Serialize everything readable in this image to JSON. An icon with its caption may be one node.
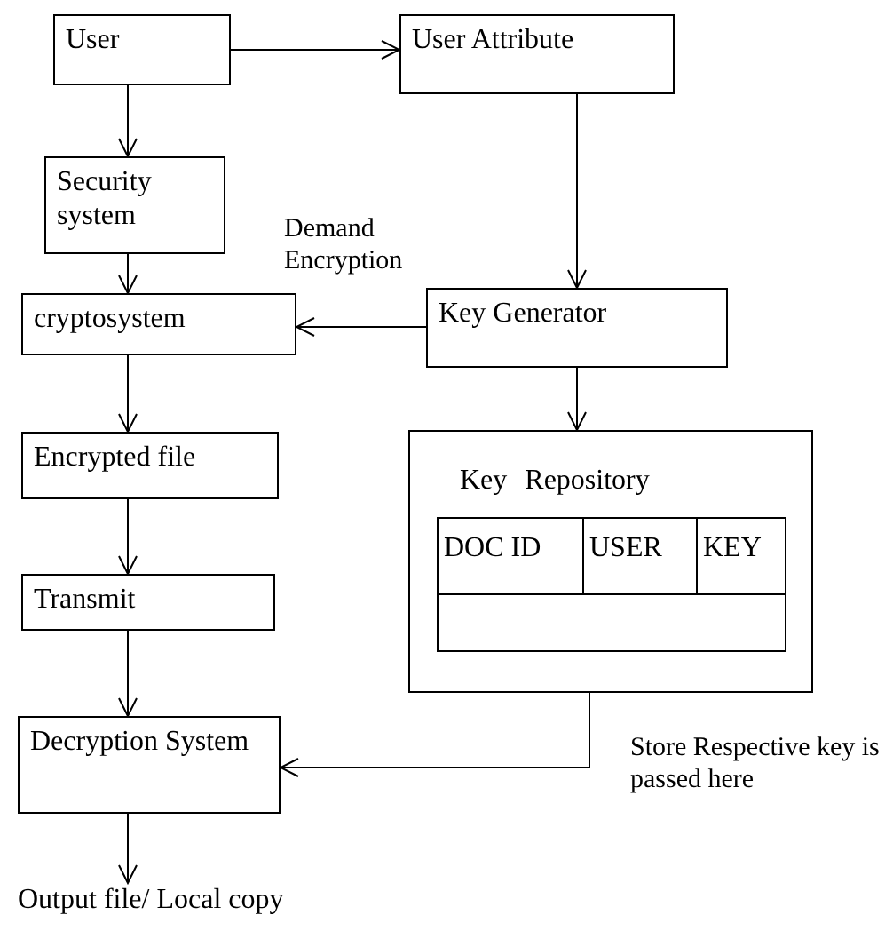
{
  "diagram": {
    "nodes": [
      {
        "text": [
          "User"
        ]
      },
      {
        "text": [
          "User Attribute"
        ]
      },
      {
        "text": [
          "Security system"
        ]
      },
      {
        "text": [
          "cryptosystem"
        ]
      },
      {
        "text": [
          "Key Generator"
        ]
      },
      {
        "text": [
          "Encrypted file"
        ]
      },
      {
        "text": [
          "Key Repository"
        ]
      },
      {
        "text": [
          "Transmit"
        ]
      },
      {
        "text": [
          "Decryption System"
        ]
      },
      {
        "text": [
          "Output file/ Local copy"
        ]
      }
    ],
    "edges": [
      {
        "from": 0,
        "to": 1,
        "arrow": "to"
      },
      {
        "from": 0,
        "to": 2,
        "arrow": "to"
      },
      {
        "from": 2,
        "to": 3,
        "arrow": "to"
      },
      {
        "from": 1,
        "to": 4,
        "arrow": "to"
      },
      {
        "from": 4,
        "to": 3,
        "arrow": "to",
        "label": "Demand Encryption"
      },
      {
        "from": 4,
        "to": 6,
        "arrow": "to"
      },
      {
        "from": 3,
        "to": 5,
        "arrow": "to"
      },
      {
        "from": 5,
        "to": 7,
        "arrow": "to"
      },
      {
        "from": 7,
        "to": 8,
        "arrow": "to"
      },
      {
        "from": 6,
        "to": 8,
        "arrow": "to",
        "label": "Store Respective key is passed here"
      },
      {
        "from": 8,
        "to": 9,
        "arrow": "to"
      }
    ],
    "labels": [
      "DOC ID",
      "USER",
      "KEY"
    ]
  }
}
